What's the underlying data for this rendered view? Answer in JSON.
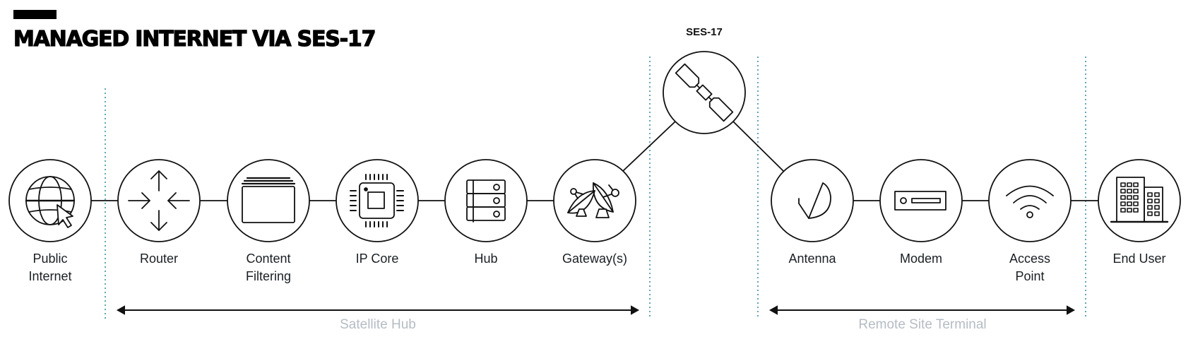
{
  "header": {
    "title": "MANAGED INTERNET VIA SES-17"
  },
  "satellite": {
    "label": "SES-17",
    "icon": "satellite-icon"
  },
  "nodes": [
    {
      "id": "public-internet",
      "label": "Public\nInternet",
      "icon": "globe-cursor-icon"
    },
    {
      "id": "router",
      "label": "Router",
      "icon": "router-arrows-icon"
    },
    {
      "id": "content-filtering",
      "label": "Content\nFiltering",
      "icon": "stacked-window-icon"
    },
    {
      "id": "ip-core",
      "label": "IP Core",
      "icon": "chip-icon"
    },
    {
      "id": "hub",
      "label": "Hub",
      "icon": "server-rack-icon"
    },
    {
      "id": "gateways",
      "label": "Gateway(s)",
      "icon": "satellite-dishes-icon"
    },
    {
      "id": "antenna",
      "label": "Antenna",
      "icon": "dish-antenna-icon"
    },
    {
      "id": "modem",
      "label": "Modem",
      "icon": "modem-icon"
    },
    {
      "id": "access-point",
      "label": "Access\nPoint",
      "icon": "wifi-icon"
    },
    {
      "id": "end-user",
      "label": "End User",
      "icon": "buildings-icon"
    }
  ],
  "sections": [
    {
      "id": "satellite-hub",
      "label": "Satellite Hub"
    },
    {
      "id": "remote-site-terminal",
      "label": "Remote Site Terminal"
    }
  ],
  "colors": {
    "stroke": "#111111",
    "divider": "#3a8fa3",
    "section_label": "#b5bcc4",
    "node_label": "#1a1f24"
  }
}
